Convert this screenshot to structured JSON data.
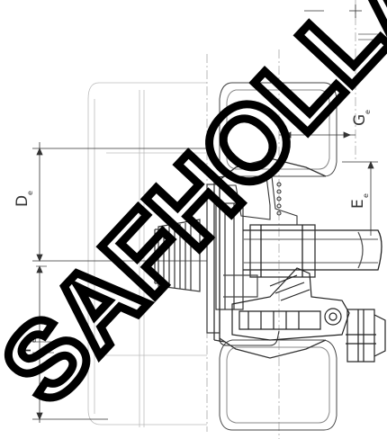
{
  "dimensions": {
    "d": {
      "letter": "D",
      "sub": "e"
    },
    "e": {
      "letter": "E",
      "sub": "e"
    },
    "g": {
      "letter": "G",
      "sub": "e"
    },
    "f": {
      "letter": "F",
      "sub": "e"
    }
  },
  "watermark": {
    "text": "SAFHOLLAND"
  }
}
